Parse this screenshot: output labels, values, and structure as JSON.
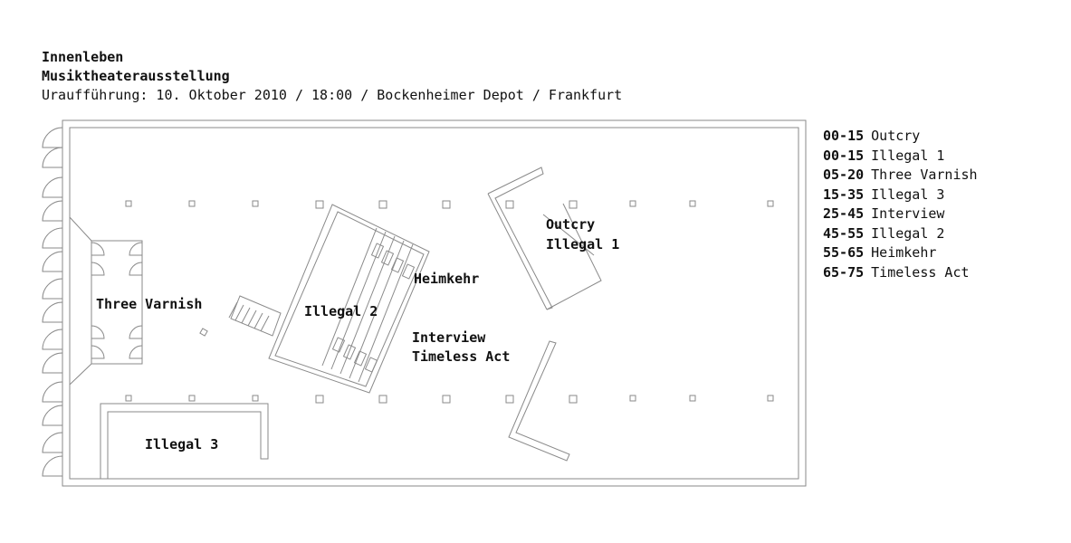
{
  "header": {
    "title": "Innenleben",
    "subtitle": "Musiktheaterausstellung",
    "info": "Uraufführung: 10. Oktober 2010 / 18:00 / Bockenheimer Depot / Frankfurt"
  },
  "rooms": {
    "three_varnish": "Three Varnish",
    "illegal_2": "Illegal 2",
    "heimkehr": "Heimkehr",
    "outcry": "Outcry",
    "illegal_1": "Illegal 1",
    "interview": "Interview",
    "timeless_act": "Timeless Act",
    "illegal_3": "Illegal 3"
  },
  "schedule": [
    {
      "time": "00-15",
      "name": "Outcry"
    },
    {
      "time": "00-15",
      "name": "Illegal 1"
    },
    {
      "time": "05-20",
      "name": "Three Varnish"
    },
    {
      "time": "15-35",
      "name": "Illegal 3"
    },
    {
      "time": "25-45",
      "name": "Interview"
    },
    {
      "time": "45-55",
      "name": "Illegal 2"
    },
    {
      "time": "55-65",
      "name": "Heimkehr"
    },
    {
      "time": "65-75",
      "name": "Timeless Act"
    }
  ],
  "colors": {
    "line": "#8a8a8a",
    "text": "#111111",
    "background": "#ffffff"
  }
}
